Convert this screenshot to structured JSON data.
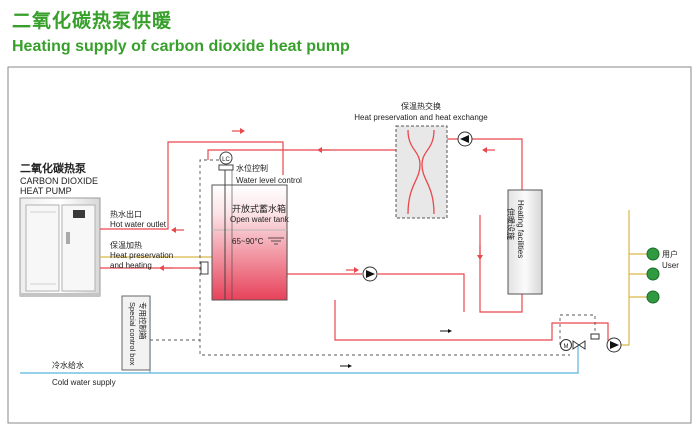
{
  "header": {
    "title_cn": "二氧化碳热泵供暖",
    "title_en": "Heating supply of carbon dioxide heat pump"
  },
  "labels": {
    "heat_pump_cn": "二氧化碳热泵",
    "heat_pump_en_1": "CARBON DIOXIDE",
    "heat_pump_en_2": "HEAT PUMP",
    "hot_outlet_cn": "热水出口",
    "hot_outlet_en": "Hot water outlet",
    "preservation_cn": "保温加热",
    "preservation_en_1": "Heat preservation",
    "preservation_en_2": "and heating",
    "level_control_cn": "水位控制",
    "level_control_en": "Water level control",
    "tank_cn": "开放式蓄水箱",
    "tank_en": "Open water tank",
    "tank_temp": "65~90°C",
    "exchange_cn": "保温热交换",
    "exchange_en": "Heat preservation and heat exchange",
    "facilities_en": "Heating facilities",
    "facilities_cn": "供暖设施",
    "control_box_cn": "专用控制箱",
    "control_box_en": "Special control box",
    "cold_supply_cn": "冷水给水",
    "cold_supply_en": "Cold water supply",
    "user_cn": "用户",
    "user_en": "User",
    "level_symbol": "LC",
    "mix_symbol": "M"
  },
  "colors": {
    "title_green": "#37a02b",
    "hot_pipe": "#e8484e",
    "cold_pipe": "#5ab4dc",
    "supply_pipe": "#d9b84a",
    "user_green": "#2f9a3f"
  }
}
